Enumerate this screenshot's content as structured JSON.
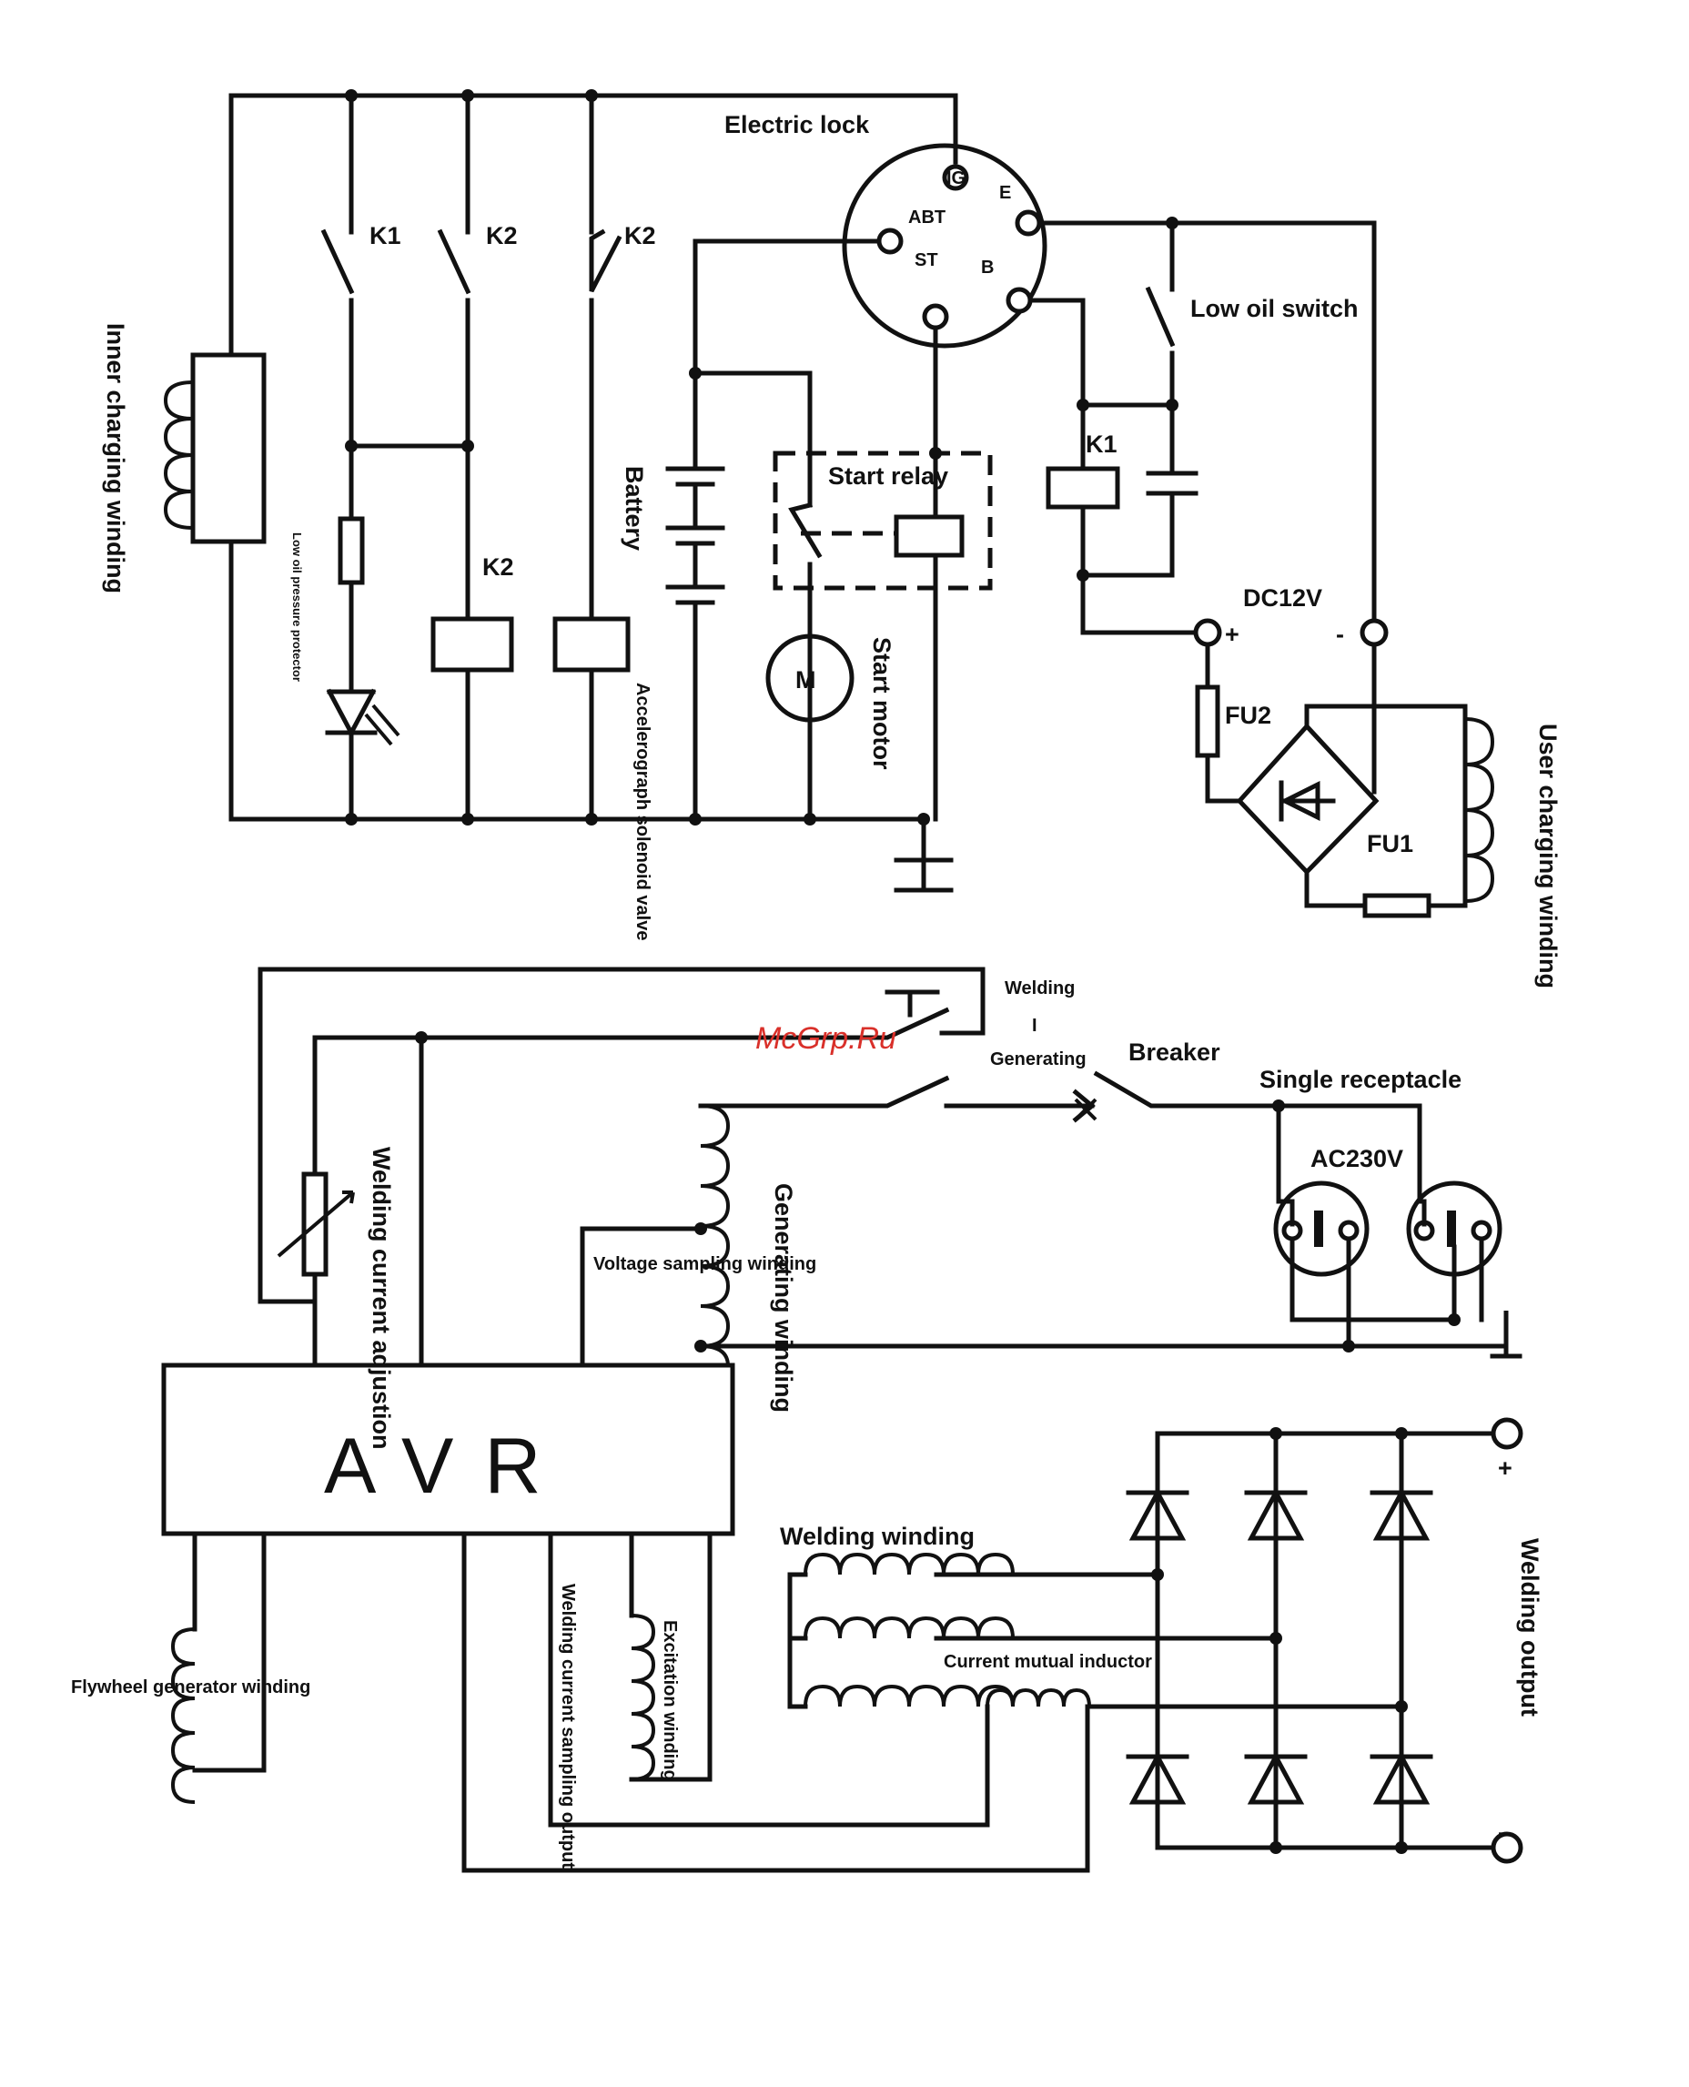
{
  "labels": {
    "electric_lock": "Electric lock",
    "ig": "IG",
    "e": "E",
    "abt": "ABT",
    "st": "ST",
    "b": "B",
    "k1_switch": "K1",
    "k2_switch_a": "K2",
    "k2_switch_b": "K2",
    "k2_coil": "K2",
    "k1_coil": "K1",
    "inner_charging_winding": "Inner charging winding",
    "low_oil_pressure_protector": "Low oil pressure protector",
    "accelerograph_solenoid_valve": "Accelerograph solenoid valve",
    "battery": "Battery",
    "start_relay": "Start relay",
    "start_motor": "Start motor",
    "motor_m": "M",
    "low_oil_switch": "Low oil switch",
    "dc12v": "DC12V",
    "plus": "+",
    "minus": "-",
    "fu2": "FU2",
    "fu1": "FU1",
    "user_charging_winding": "User charging winding",
    "welding": "Welding",
    "divider": "I",
    "generating": "Generating",
    "breaker": "Breaker",
    "single_receptacle": "Single receptacle",
    "ac230v": "AC230V",
    "welding_current_adjustion": "Welding current adjustion",
    "generating_winding": "Generating winding",
    "voltage_sampling_winding": "Voltage sampling winding",
    "avr": "AVR",
    "flywheel_generator_winding": "Flywheel generator winding",
    "welding_current_sampling_output": "Welding current sampling output",
    "excitation_winding": "Excitation winding",
    "welding_winding": "Welding winding",
    "current_mutual_inductor": "Current mutual inductor",
    "welding_output": "Welding output",
    "output_plus": "+",
    "output_minus": "-"
  },
  "watermark": "McGrp.Ru"
}
